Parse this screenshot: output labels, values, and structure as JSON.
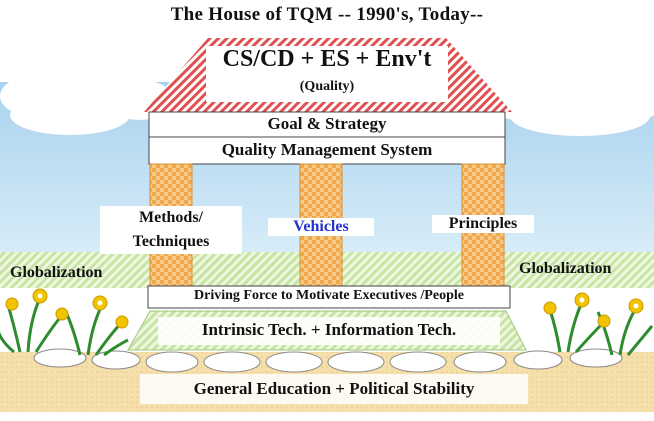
{
  "title": "The House of TQM -- 1990's, Today--",
  "roof": {
    "main": "CS/CD + ES + Env't",
    "sub": "(Quality)"
  },
  "beams": {
    "goal": "Goal & Strategy",
    "qms": "Quality Management System"
  },
  "pillars": {
    "left": "Methods/\nTechniques",
    "middle": "Vehicles",
    "right": "Principles"
  },
  "side_labels": {
    "left": "Globalization",
    "right": "Globalization"
  },
  "base": {
    "driving": "Driving Force to Motivate Executives /People",
    "tech": "Intrinsic Tech. + Information Tech.",
    "education": "General Education + Political Stability"
  },
  "colors": {
    "roof_hatch": "#e05050",
    "pillar": "#f6c27a",
    "ground": "#f3dca3",
    "grass": "#c9e6a8",
    "vehicles_text": "#2233cc"
  }
}
